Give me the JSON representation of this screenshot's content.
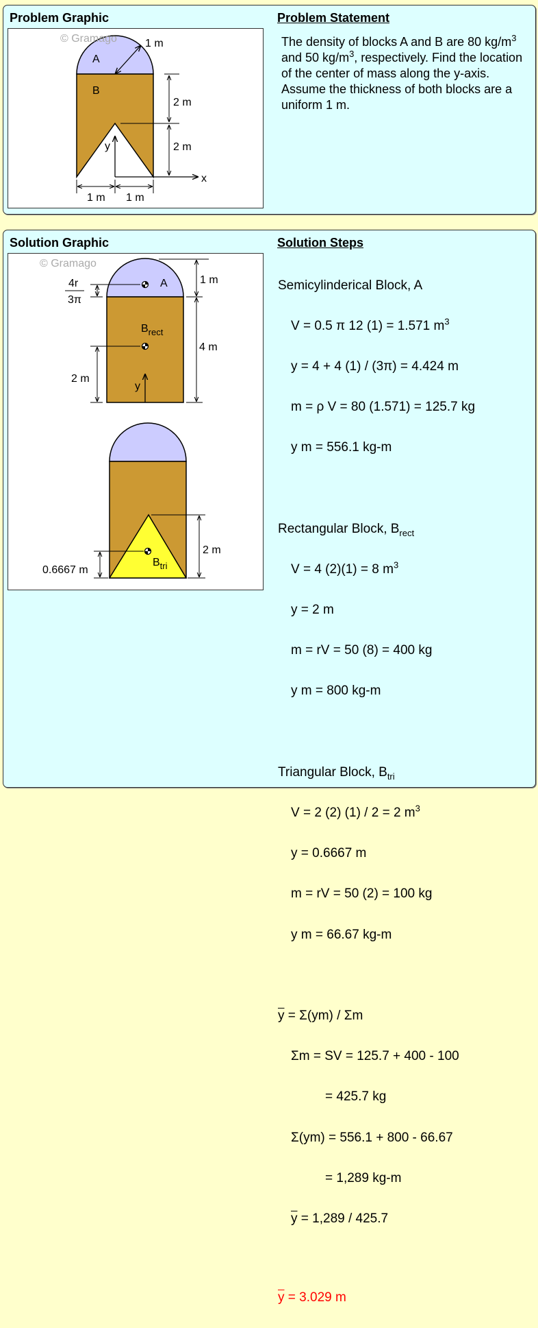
{
  "problem": {
    "graphic_title": "Problem Graphic",
    "statement_title": "Problem Statement",
    "statement": {
      "p1": "The density of blocks A and B are 80 kg/m",
      "sup1": "3",
      "p2": " and 50 kg/m",
      "sup2": "3",
      "p3": ", respectively. Find the location of the center of mass along the y-axis. Assume the thickness of both blocks are a uniform 1 m."
    },
    "figure": {
      "watermark": "© Gramago",
      "label_a": "A",
      "label_b": "B",
      "radius": "1 m",
      "dim_upper": "2 m",
      "dim_lower": "2 m",
      "dim_left": "1 m",
      "dim_right": "1 m",
      "axis_x": "x",
      "axis_y": "y"
    }
  },
  "solution": {
    "graphic_title": "Solution Graphic",
    "steps_title": "Solution Steps",
    "figure": {
      "watermark": "© Gramago",
      "label_a": "A",
      "frac_num": "4r",
      "frac_den": "3π",
      "dim_1m": "1 m",
      "dim_4m": "4 m",
      "dim_2m": "2 m",
      "label_b": "B",
      "label_rect": "rect",
      "axis_y": "y",
      "dim_tri": "2 m",
      "dim_tri_cg": "0.6667 m",
      "label_tri": "tri"
    },
    "steps": {
      "a_title": "Semicylinderical Block, A",
      "a_v": "V = 0.5 π 12 (1) = 1.571 m",
      "a_v_sup": "3",
      "a_y": "y = 4 + 4 (1) / (3π) = 4.424 m",
      "a_m": "m = ρ V = 80 (1.571) = 125.7 kg",
      "a_ym": "y m = 556.1 kg-m",
      "r_title": "Rectangular Block, B",
      "r_sub": "rect",
      "r_v": "V = 4 (2)(1) = 8 m",
      "r_v_sup": "3",
      "r_y": "y = 2 m",
      "r_m": "m = rV = 50 (8) = 400 kg",
      "r_ym": "y m = 800 kg-m",
      "t_title": "Triangular Block, B",
      "t_sub": "tri",
      "t_v": "V = 2 (2) (1) / 2 = 2 m",
      "t_v_sup": "3",
      "t_y": "y = 0.6667 m",
      "t_m": "m = rV = 50 (2) = 100 kg",
      "t_ym": "y m = 66.67 kg-m",
      "ybar_sym": "y",
      "f_eq": " = Σ(ym) / Σm",
      "f_sm": "Σm = SV = 125.7 + 400 - 100",
      "f_sm2": "= 425.7 kg",
      "f_sym": "Σ(ym) = 556.1 + 800 - 66.67",
      "f_sym2": "= 1,289 kg-m",
      "f_div": " = 1,289 / 425.7",
      "answer": " = 3.029 m"
    },
    "colors": {
      "semicircle": "#CCCCFF",
      "block": "#CC9933",
      "triangle": "#FFFF33",
      "answer": "#FF0000"
    }
  }
}
